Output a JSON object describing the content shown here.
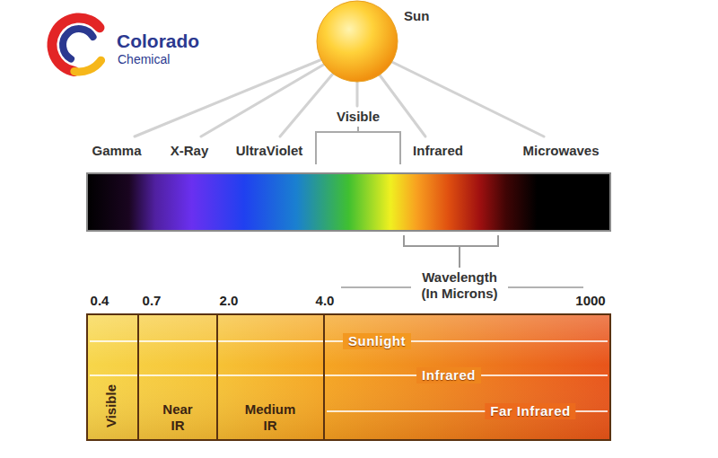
{
  "diagram": {
    "nodes": [
      {
        "text": [
          "Sun"
        ]
      },
      {
        "text": [
          "Sunlight",
          "Infrared",
          "Far Infrared"
        ]
      },
      {
        "text": [
          "Visible"
        ],
        "in": 1
      },
      {
        "text": [
          "Near IR"
        ],
        "in": 1
      },
      {
        "text": [
          "Medium IR"
        ],
        "in": 1
      }
    ],
    "labels": [
      "Colorado",
      "Chemical",
      "Gamma",
      "X-Ray",
      "UltraViolet",
      "Visible",
      "Infrared",
      "Microwaves",
      "Wavelength (In Microns)",
      "0.4",
      "0.7",
      "2.0",
      "4.0",
      "1000"
    ]
  }
}
